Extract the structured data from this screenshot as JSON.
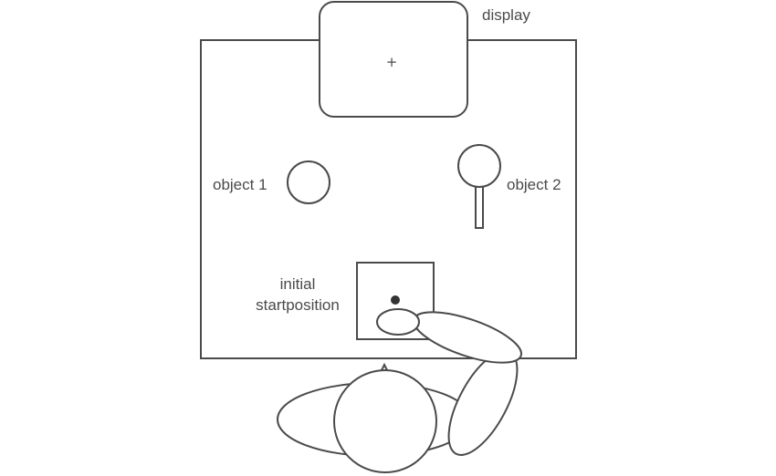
{
  "labels": {
    "display": "display",
    "fixation": "+",
    "object_1": "object 1",
    "object_2": "object 2",
    "start_line_1": "initial",
    "start_line_2": "startposition"
  },
  "colors": {
    "stroke": "#4a4a4a",
    "fill": "#ffffff",
    "start_dot": "#333333"
  }
}
